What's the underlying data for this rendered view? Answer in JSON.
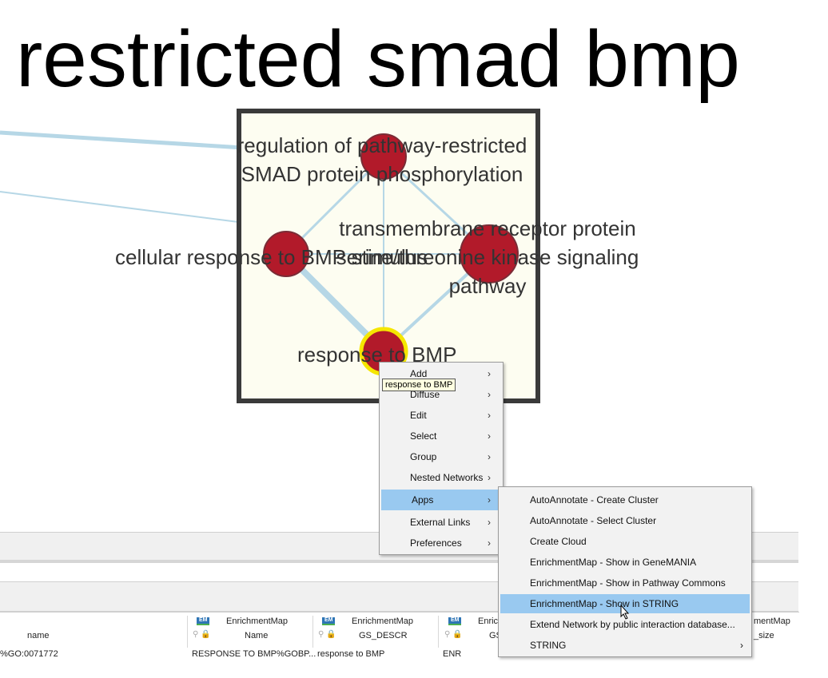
{
  "network": {
    "title": "restricted smad bmp",
    "node_labels": {
      "regulation": [
        "regulation of pathway-restricted",
        "SMAD protein phosphorylation"
      ],
      "transmembrane": [
        "transmembrane receptor protein",
        "serine/threonine kinase signaling",
        "pathway"
      ],
      "cellular": "cellular response to BMP stimulus",
      "bmp": "response to BMP"
    },
    "colors": {
      "node_fill": "#b21a2a",
      "edge": "#b6d7e6",
      "cluster_fill": "#fdfdf1",
      "cluster_border": "#3a3a3a",
      "selected_ring": "#f5e600"
    }
  },
  "tooltip": "response to BMP",
  "context_menu": {
    "items": [
      {
        "label": "Add"
      },
      {
        "label": "Diffuse"
      },
      {
        "label": "Edit"
      },
      {
        "label": "Select"
      },
      {
        "label": "Group"
      },
      {
        "label": "Nested Networks"
      },
      {
        "label": "Apps"
      },
      {
        "label": "External Links"
      },
      {
        "label": "Preferences"
      }
    ],
    "highlighted": "Apps"
  },
  "apps_submenu": {
    "items": [
      {
        "label": "AutoAnnotate - Create Cluster"
      },
      {
        "label": "AutoAnnotate - Select Cluster"
      },
      {
        "label": "Create Cloud"
      },
      {
        "label": "EnrichmentMap - Show in GeneMANIA"
      },
      {
        "label": "EnrichmentMap - Show in Pathway Commons"
      },
      {
        "label": "EnrichmentMap - Show in STRING"
      },
      {
        "label": "Extend Network by public interaction database..."
      },
      {
        "label": "STRING"
      }
    ],
    "highlighted": "EnrichmentMap - Show in STRING"
  },
  "table": {
    "columns": [
      {
        "group": "",
        "name": "name"
      },
      {
        "group": "EnrichmentMap",
        "name": "Name"
      },
      {
        "group": "EnrichmentMap",
        "name": "GS_DESCR"
      },
      {
        "group": "Enric",
        "name": "GS"
      },
      {
        "group": "mentMap",
        "name": "_size"
      }
    ],
    "row": {
      "name": "%GO:0071772",
      "em_name": "RESPONSE TO BMP%GOBP...",
      "gs_descr": "response to BMP",
      "gs": "ENR"
    }
  }
}
